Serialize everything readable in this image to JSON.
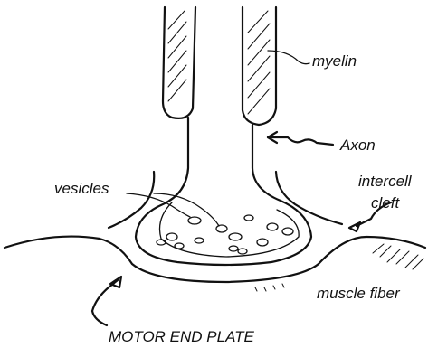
{
  "diagram": {
    "labels": {
      "myelin": "myelin",
      "axon": "Axon",
      "vesicles": "vesicles",
      "intercell_cleft_line1": "intercell",
      "intercell_cleft_line2": "cleft",
      "muscle_fiber": "muscle fiber",
      "motor_end_plate": "MOTOR END PLATE"
    },
    "colors": {
      "ink": "#111111",
      "background": "#ffffff"
    }
  }
}
